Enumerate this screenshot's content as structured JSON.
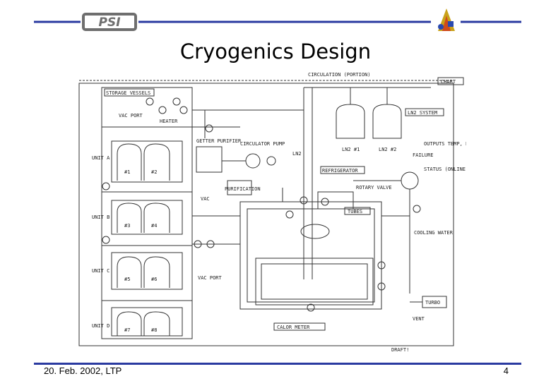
{
  "slide": {
    "title": "Cryogenics Design",
    "footer_date": "20. Feb. 2002, LTP",
    "page_number": "4",
    "logo_text": "PSI"
  },
  "diagram": {
    "labels": {
      "chart": "CHART",
      "storage": "STORAGE VESSELS",
      "circulation": "CIRCULATION (PORTION)",
      "ln2_system": "LN2 SYSTEM",
      "refrigerator": "REFRIGERATOR",
      "purification": "PURIFICATION",
      "getter": "GETTER PURIFIER",
      "calorimeter": "CALOR METER",
      "draft": "DRAFT!",
      "tubes": "TUBES",
      "turbo": "TURBO",
      "unit_a": "UNIT A",
      "unit_b": "UNIT B",
      "unit_c": "UNIT C",
      "unit_d": "UNIT D",
      "vac_port": "VAC PORT",
      "vac": "VAC",
      "ln2_1": "LN2 #1",
      "ln2_2": "LN2 #2",
      "circ_pump": "CIRCULATOR PUMP",
      "rotary_valve": "ROTARY VALVE",
      "cooling_water": "COOLING WATER",
      "status": "STATUS (ONLINE)",
      "outputs": "OUTPUTS TEMP, PRES",
      "failure": "FAILURE",
      "heater": "HEATER",
      "vent": "VENT",
      "ln2_label": "LN2",
      "vac_port2": "VAC PORT",
      "v1": "#1",
      "v2": "#2",
      "v3": "#3",
      "v4": "#4",
      "v5": "#5",
      "v6": "#6",
      "v7": "#7",
      "v8": "#8"
    }
  }
}
